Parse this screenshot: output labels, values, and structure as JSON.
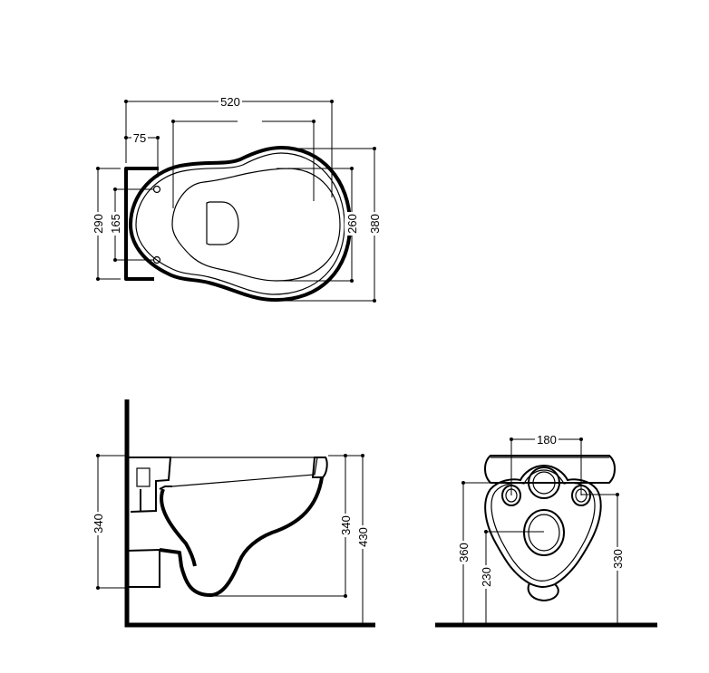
{
  "top_view": {
    "overall_length": "520",
    "fixing_offset": "75",
    "wall_plate_height": "290",
    "fixing_spacing": "165",
    "bowl_width": "260",
    "overall_width": "380"
  },
  "side_view": {
    "fixing_height": "340",
    "rim_depth": "340",
    "rim_height": "430"
  },
  "front_view": {
    "fixing_spacing": "180",
    "inlet_height": "360",
    "outlet_height": "230",
    "fixing_height": "330"
  }
}
